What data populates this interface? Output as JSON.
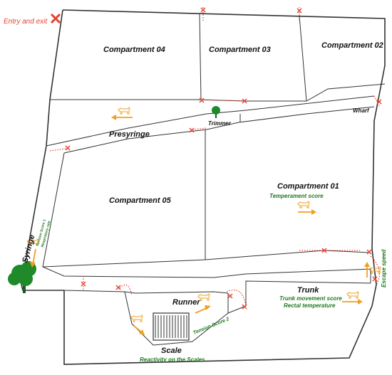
{
  "labels": {
    "entry_exit": "Entry and exit",
    "compartment_04": "Compartment 04",
    "compartment_03": "Compartment 03",
    "compartment_02": "Compartment 02",
    "compartment_01": "Compartment 01",
    "compartment_05": "Compartment 05",
    "temperament_score": "Temperament score",
    "wharf": "Wharf",
    "trimmer": "Trimmer",
    "presyringe": "Presyringe",
    "syringe": "Syringe",
    "tension_score_1": "Tension Score 1",
    "respiratory_rate": "Respiratory rate",
    "runner": "Runner",
    "trunk": "Trunk",
    "trunk_movement_score": "Trunk movement score",
    "rectal_temperature": "Rectal temperature",
    "escape_speed": "Escape speed",
    "tension_score_2": "Tension Score 2",
    "scale": "Scale",
    "reactivity_on_scales": "Reactivity on the Scales"
  },
  "icons": {
    "cattle": "cattle-icon",
    "tree": "tree-icon",
    "arrow": "arrow-icon",
    "gate": "gate-marker-icon",
    "entry": "entry-x-icon"
  },
  "colors": {
    "measure_text": "#1f7a1f",
    "gate_marker": "#e8412f",
    "flow_arrow": "#f0a020",
    "walls": "#333333",
    "tree": "#1e8a2a"
  }
}
